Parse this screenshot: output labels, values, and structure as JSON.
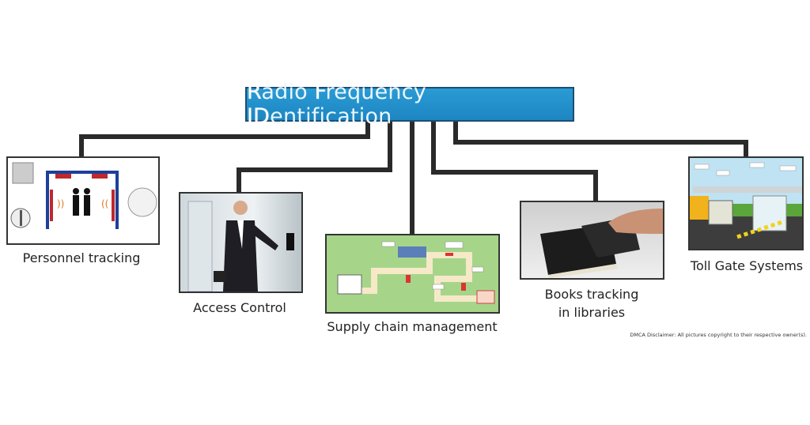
{
  "title": {
    "part1": "R",
    "part2": "adio ",
    "part3": "F",
    "part4": "requency ",
    "part5": "ID",
    "part6": "entification"
  },
  "nodes": [
    {
      "id": "personnel",
      "label": "Personnel tracking"
    },
    {
      "id": "access",
      "label": "Access Control"
    },
    {
      "id": "supply",
      "label": "Supply chain management"
    },
    {
      "id": "books",
      "label_line1": "Books tracking",
      "label_line2": "in libraries"
    },
    {
      "id": "toll",
      "label": "Toll Gate Systems"
    }
  ],
  "disclaimer": "DMCA Disclaimer: All pictures copyright to their respective owner(s).",
  "colors": {
    "title_bg": "#1d86c2",
    "line": "#2a2a2a",
    "supply_bg": "#a6d58a",
    "toll_sky": "#bfe3f2"
  }
}
